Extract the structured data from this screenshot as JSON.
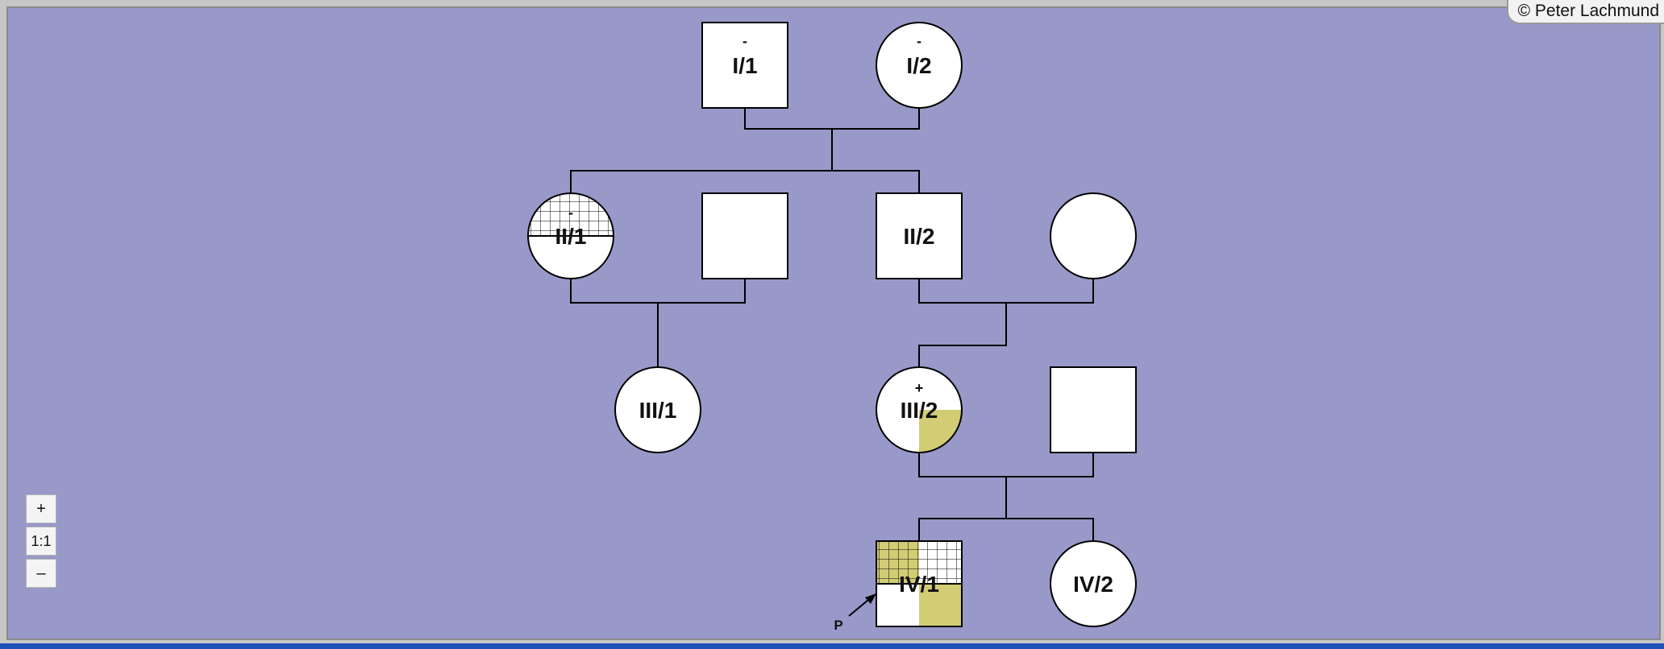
{
  "credit": "© Peter Lachmund",
  "zoom": {
    "plus": "+",
    "reset": "1:1",
    "minus": "–"
  },
  "proband_marker": "P",
  "colors": {
    "background": "#9899c8",
    "shade": "#d2cd74",
    "line": "#000000",
    "fill": "#ffffff"
  },
  "individuals": [
    {
      "id": "I/1",
      "sex": "male",
      "label": "I/1",
      "mark": "-"
    },
    {
      "id": "I/2",
      "sex": "female",
      "label": "I/2",
      "mark": "-"
    },
    {
      "id": "II/1",
      "sex": "female",
      "label": "II/1",
      "mark": "-",
      "pattern": "grid-top-half"
    },
    {
      "id": "II/1-spouse",
      "sex": "male",
      "label": ""
    },
    {
      "id": "II/2",
      "sex": "male",
      "label": "II/2"
    },
    {
      "id": "II/2-spouse",
      "sex": "female",
      "label": ""
    },
    {
      "id": "III/1",
      "sex": "female",
      "label": "III/1"
    },
    {
      "id": "III/2",
      "sex": "female",
      "label": "III/2",
      "mark": "+",
      "pattern": "shade-bottom-right"
    },
    {
      "id": "III/2-spouse",
      "sex": "male",
      "label": ""
    },
    {
      "id": "IV/1",
      "sex": "male",
      "label": "IV/1",
      "proband": true,
      "pattern": "shade-top-left-grid-top-right-shade-bottom-right"
    },
    {
      "id": "IV/2",
      "sex": "female",
      "label": "IV/2"
    }
  ]
}
